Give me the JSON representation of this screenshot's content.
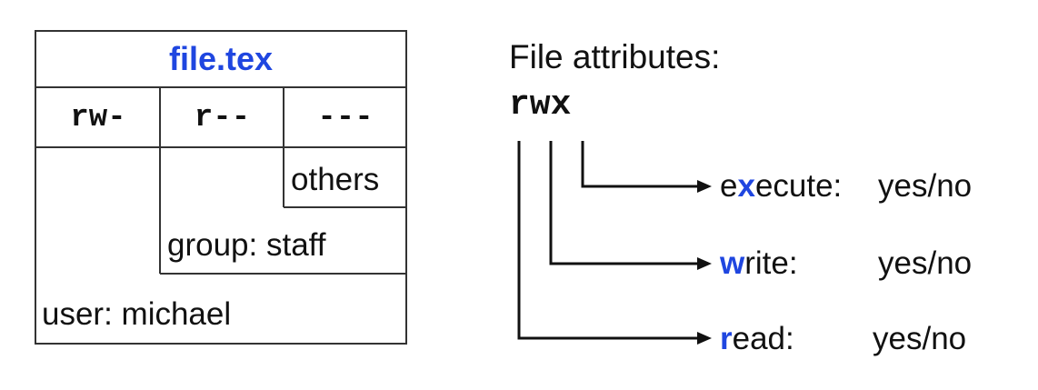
{
  "file_box": {
    "filename": "file.tex",
    "perm_user": "rw-",
    "perm_group": "r--",
    "perm_others": "---",
    "label_others": "others",
    "label_group": "group: staff",
    "label_user": "user: michael"
  },
  "attributes": {
    "heading": "File attributes:",
    "code": "rwx",
    "items": [
      {
        "key": "x",
        "pre": "e",
        "post": "ecute:",
        "value": "yes/no"
      },
      {
        "key": "w",
        "pre": "",
        "post": "rite:",
        "value": "yes/no"
      },
      {
        "key": "r",
        "pre": "",
        "post": "ead:",
        "value": "yes/no"
      }
    ]
  },
  "colors": {
    "accent": "#1f46e0",
    "line": "#333333"
  }
}
